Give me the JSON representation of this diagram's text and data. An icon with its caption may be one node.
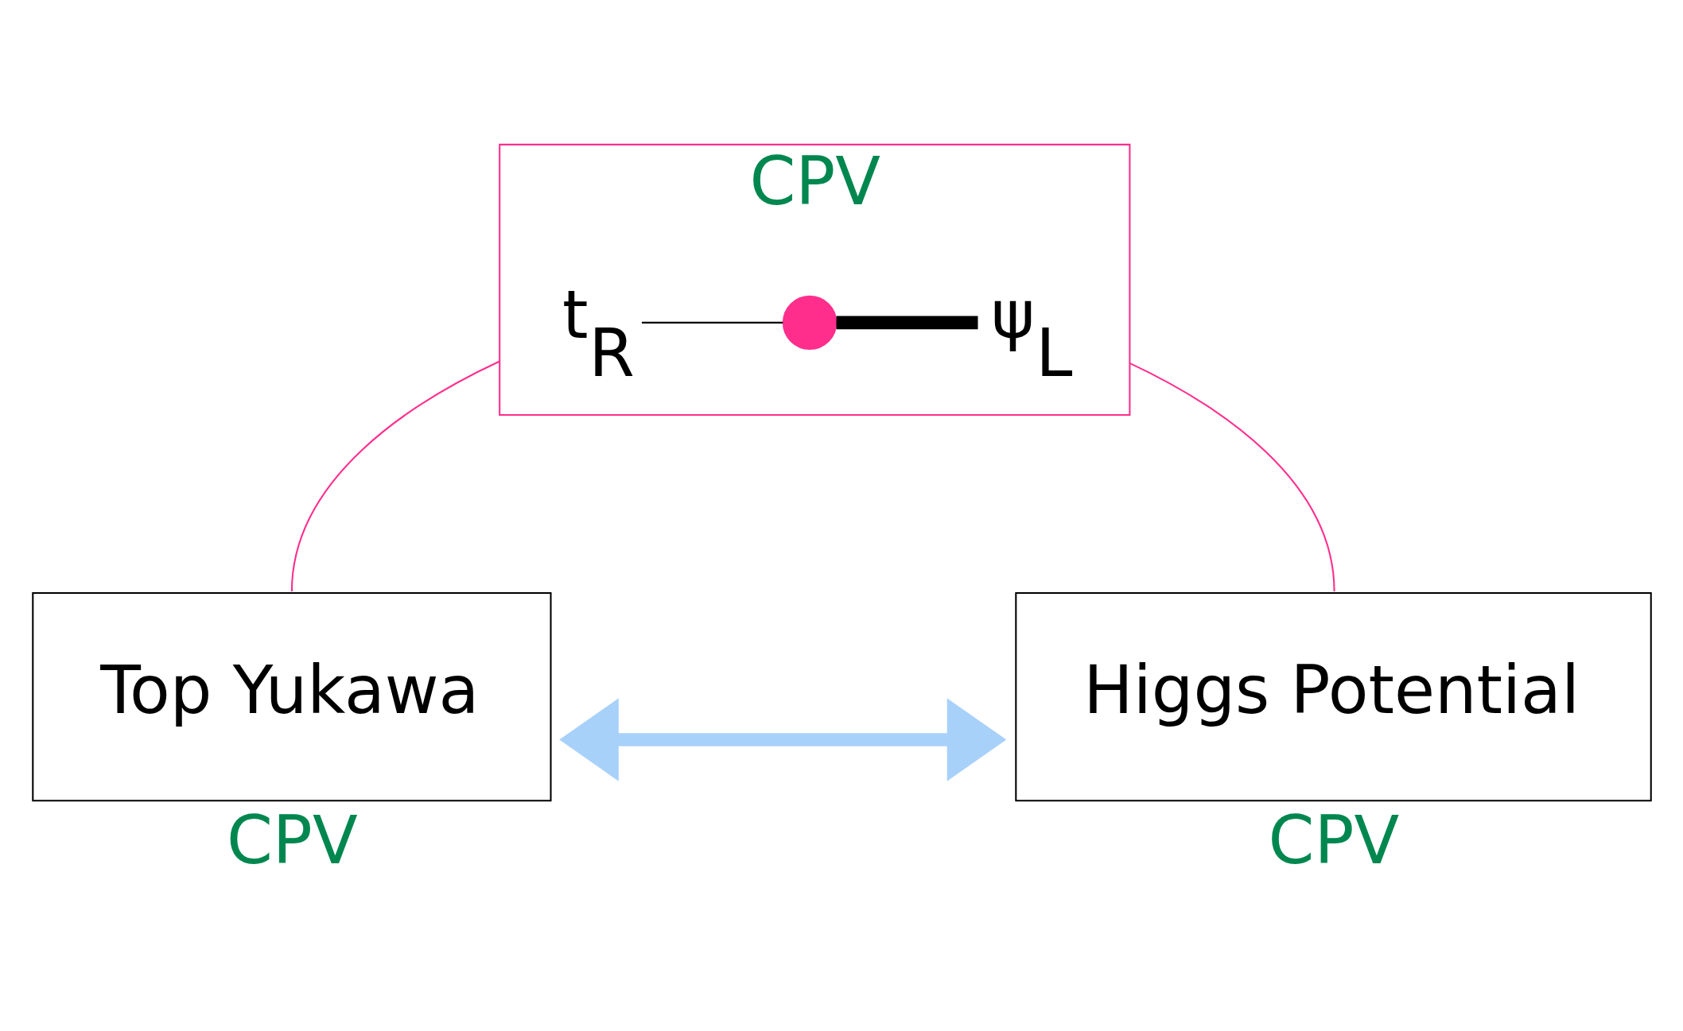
{
  "diagram": {
    "nodes": [
      {
        "text": [],
        "shape": "box",
        "beside": [
          "CPV"
        ]
      },
      {
        "text": [
          "t$_{R}$"
        ],
        "in": 0
      },
      {
        "text": [],
        "shape": "circle",
        "in": 0
      },
      {
        "text": [
          "ψ$_{L}$"
        ],
        "in": 0
      },
      {
        "text": [
          "Top Yukawa"
        ],
        "beside": [
          "CPV"
        ]
      },
      {
        "text": [
          "Higgs Potential"
        ],
        "beside": [
          "CPV"
        ]
      }
    ],
    "edges": [
      {
        "from": 1,
        "to": 2,
        "arrow": "none"
      },
      {
        "from": 2,
        "to": 3,
        "arrow": "none",
        "style": "thick"
      },
      {
        "from": 0,
        "to": 4,
        "arrow": "none",
        "color": "#ff2e8c"
      },
      {
        "from": 0,
        "to": 5,
        "arrow": "none",
        "color": "#ff2e8c"
      },
      {
        "from": 4,
        "to": 5,
        "arrow": "both",
        "style": "thick",
        "color": "#a8d1fa"
      }
    ]
  }
}
